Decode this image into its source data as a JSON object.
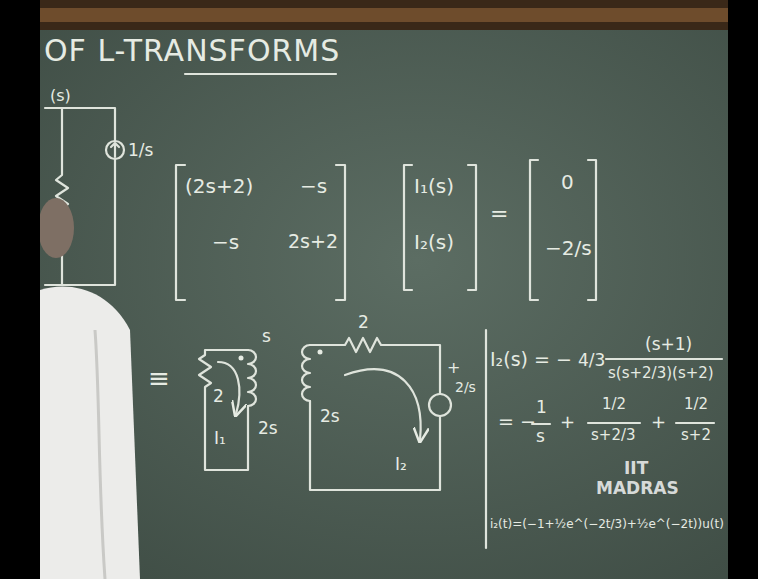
{
  "diagram": {
    "title": "OF L-TRANSFORMS",
    "labels": [
      "(s)",
      "1/s",
      "(2s+2)",
      "−s",
      "−s",
      "2s+2",
      "I₁(s)",
      "I₂(s)",
      "=",
      "0",
      "−2/s",
      "≡",
      "s",
      "2",
      "I₁",
      "2s",
      "2",
      "2s",
      "+",
      "2/s",
      "I₂",
      "I₂(s) = −",
      "4/3",
      "(s+1)",
      "s(s+2/3)(s+2)",
      "= −",
      "1",
      "s",
      "+",
      "1/2",
      "s+2/3",
      "+",
      "1/2",
      "s+2",
      "IIT",
      "MADRAS",
      "i₂(t)=(−1+½e^(−2t/3)+½e^(−2t))u(t)"
    ]
  }
}
